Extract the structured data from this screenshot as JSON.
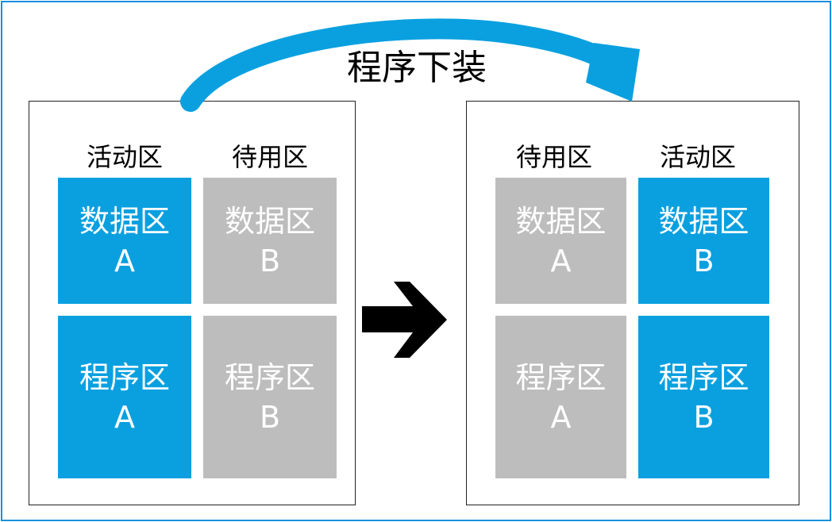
{
  "title": "程序下装",
  "accent_color": "#0aa0e0",
  "inactive_color": "#bdbdbd",
  "left_panel": {
    "col1_label": "活动区",
    "col2_label": "待用区",
    "blocks": [
      {
        "name": "数据区",
        "letter": "A"
      },
      {
        "name": "数据区",
        "letter": "B"
      },
      {
        "name": "程序区",
        "letter": "A"
      },
      {
        "name": "程序区",
        "letter": "B"
      }
    ]
  },
  "right_panel": {
    "col1_label": "待用区",
    "col2_label": "活动区",
    "blocks": [
      {
        "name": "数据区",
        "letter": "A"
      },
      {
        "name": "数据区",
        "letter": "B"
      },
      {
        "name": "程序区",
        "letter": "A"
      },
      {
        "name": "程序区",
        "letter": "B"
      }
    ]
  },
  "icons": {
    "curved_arrow": "curved-arrow-icon",
    "right_arrow": "right-arrow-icon"
  }
}
